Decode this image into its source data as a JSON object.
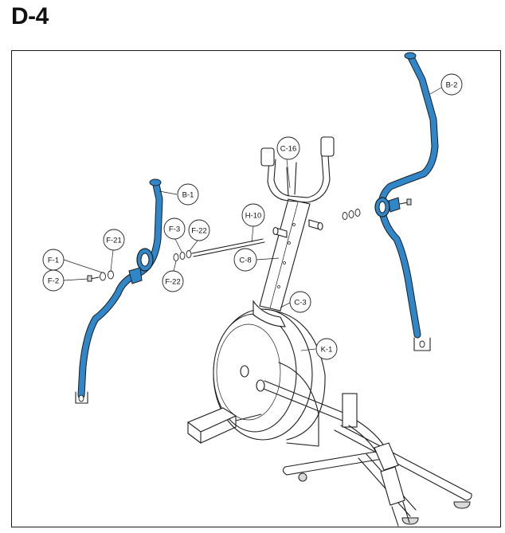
{
  "step": {
    "title": "D-4"
  },
  "colors": {
    "highlight": "#2f86c9",
    "line": "#1e1e1e"
  },
  "callouts": {
    "b1": "B-1",
    "b2": "B-2",
    "c16": "C-16",
    "h10": "H-10",
    "c8": "C-8",
    "c3": "C-3",
    "k1": "K-1",
    "f1": "F-1",
    "f2": "F-2",
    "f21": "F-21",
    "f3": "F-3",
    "f22a": "F-22",
    "f22b": "F-22"
  }
}
